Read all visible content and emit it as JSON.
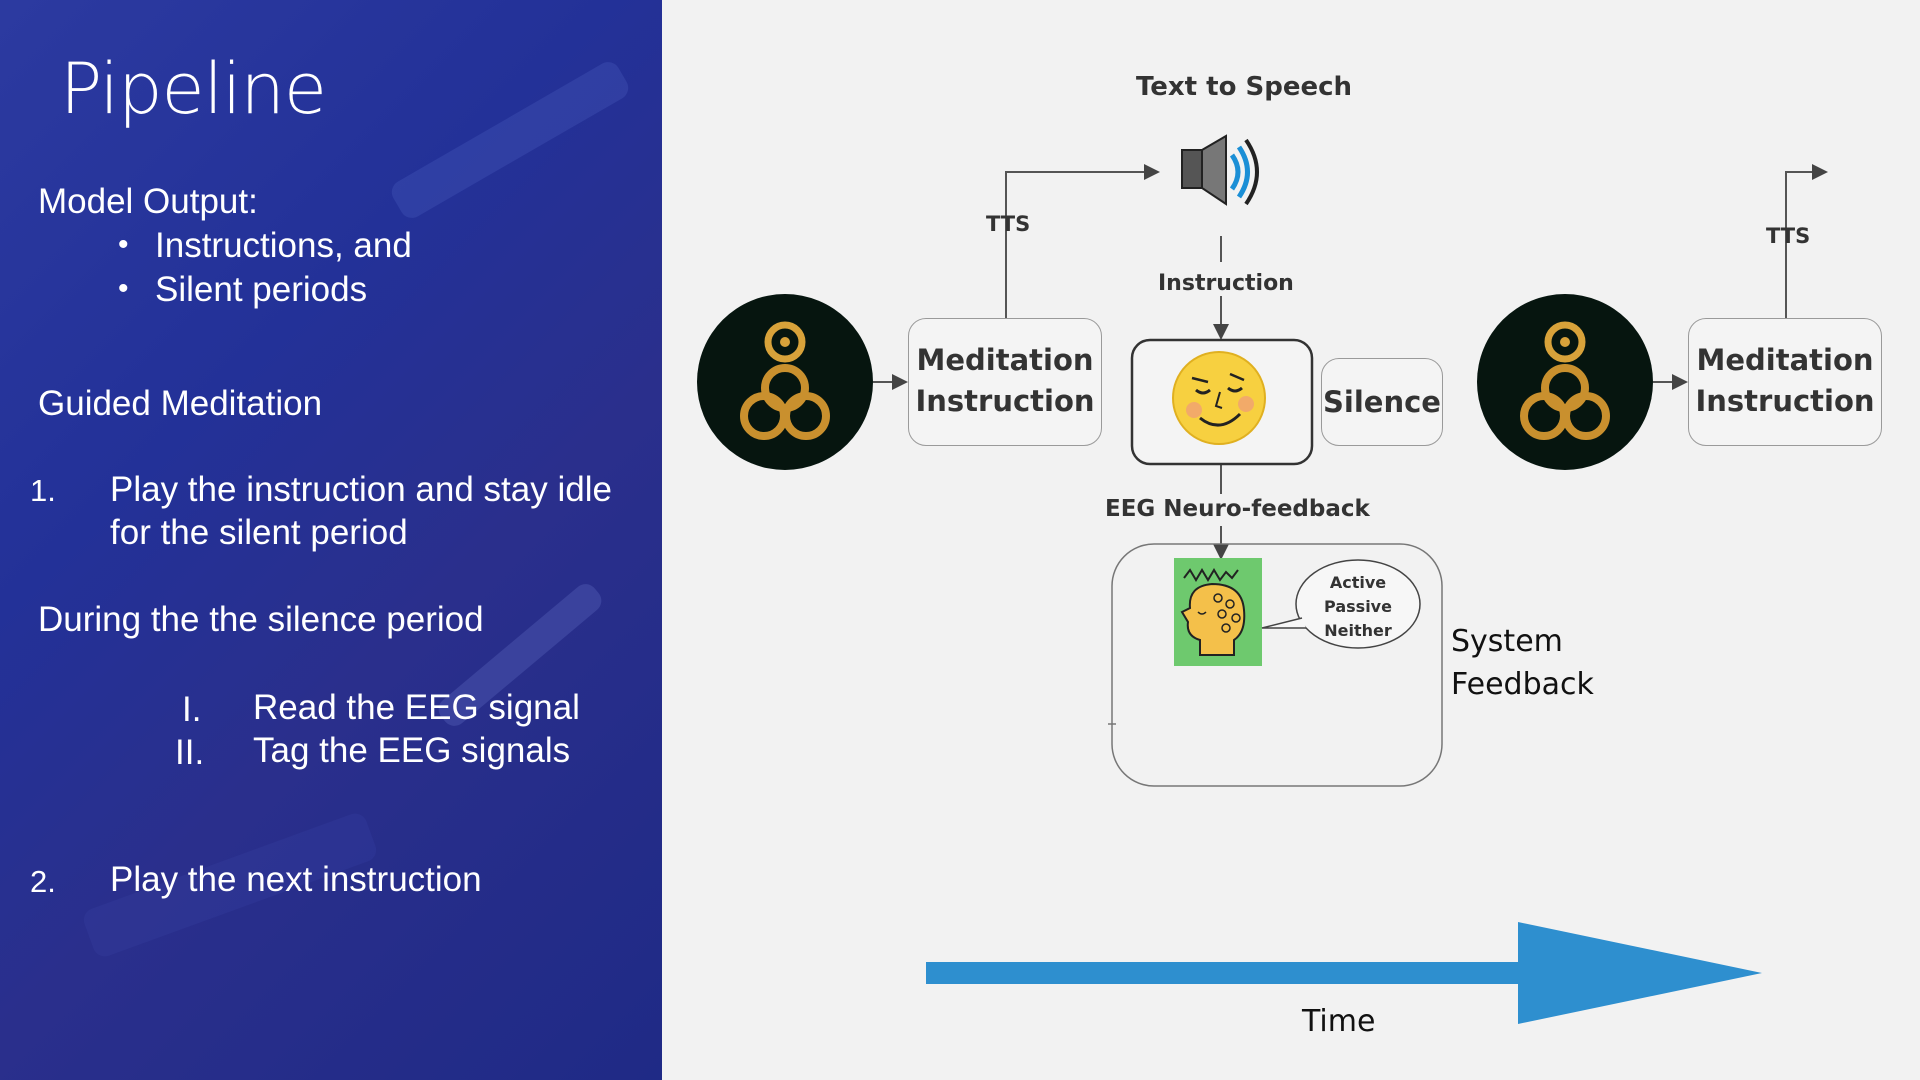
{
  "slide": {
    "title": "Pipeline",
    "model_output_heading": "Model Output:",
    "model_output_items": [
      "Instructions, and",
      "Silent periods"
    ],
    "guided_heading": "Guided Meditation",
    "step1_number": "1.",
    "step1_line1": "Play the instruction and stay idle",
    "step1_line2": "for the silent period",
    "silence_heading": "During the the silence period",
    "sub_steps": [
      {
        "number": "I.",
        "text": "Read the EEG signal"
      },
      {
        "number": "II.",
        "text": "Tag the EEG signals"
      }
    ],
    "step2_number": "2.",
    "step2_text": "Play the next instruction"
  },
  "diagram": {
    "tts_heading": "Text to Speech",
    "tts_label_left": "TTS",
    "tts_label_right": "TTS",
    "instruction_label": "Instruction",
    "meditation_box_line1": "Meditation",
    "meditation_box_line2": "Instruction",
    "silence_box": "Silence",
    "eeg_label": "EEG Neuro-feedback",
    "bubble_lines": [
      "Active",
      "Passive",
      "Neither"
    ],
    "system_feedback_line1": "System",
    "system_feedback_line2": "Feedback",
    "time_label": "Time",
    "colors": {
      "left_panel": "#2a3596",
      "arrow": "#2e8fcf",
      "logo_bg": "#06150f",
      "logo_gold": "#d8a23a",
      "face": "#f7d040",
      "eeg_bg": "#6ec96e"
    }
  }
}
